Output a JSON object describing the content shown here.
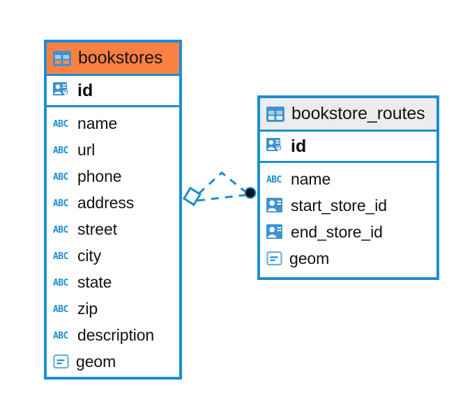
{
  "diagram": {
    "type": "entity-relationship-diagram",
    "background_color": "#ffffff",
    "accent_color": "#1b8ed0",
    "highlight_color": "#fd8043",
    "header_gray": "#ececec"
  },
  "entities": [
    {
      "name": "bookstores",
      "header_color": "#fd8043",
      "table_icon": "table-icon",
      "primary_key": {
        "label": "id",
        "icon": "primary-key-icon"
      },
      "fields": [
        {
          "label": "name",
          "icon": "text-type-icon"
        },
        {
          "label": "url",
          "icon": "text-type-icon"
        },
        {
          "label": "phone",
          "icon": "text-type-icon"
        },
        {
          "label": "address",
          "icon": "text-type-icon"
        },
        {
          "label": "street",
          "icon": "text-type-icon"
        },
        {
          "label": "city",
          "icon": "text-type-icon"
        },
        {
          "label": "state",
          "icon": "text-type-icon"
        },
        {
          "label": "zip",
          "icon": "text-type-icon"
        },
        {
          "label": "description",
          "icon": "text-type-icon"
        },
        {
          "label": "geom",
          "icon": "geometry-type-icon"
        }
      ]
    },
    {
      "name": "bookstore_routes",
      "header_color": "#ececec",
      "table_icon": "table-icon",
      "primary_key": {
        "label": "id",
        "icon": "primary-key-icon"
      },
      "fields": [
        {
          "label": "name",
          "icon": "text-type-icon"
        },
        {
          "label": "start_store_id",
          "icon": "foreign-key-icon"
        },
        {
          "label": "end_store_id",
          "icon": "foreign-key-icon"
        },
        {
          "label": "geom",
          "icon": "geometry-type-icon"
        }
      ]
    }
  ],
  "relationship": {
    "style": "dashed",
    "color": "#1b8ed0",
    "source_endpoint": "diamond-marker",
    "target_endpoint": "filled-circle-marker",
    "source_entity": "bookstores",
    "target_entity": "bookstore_routes"
  },
  "icon_glyphs": {
    "text_type_label": "ABC"
  }
}
